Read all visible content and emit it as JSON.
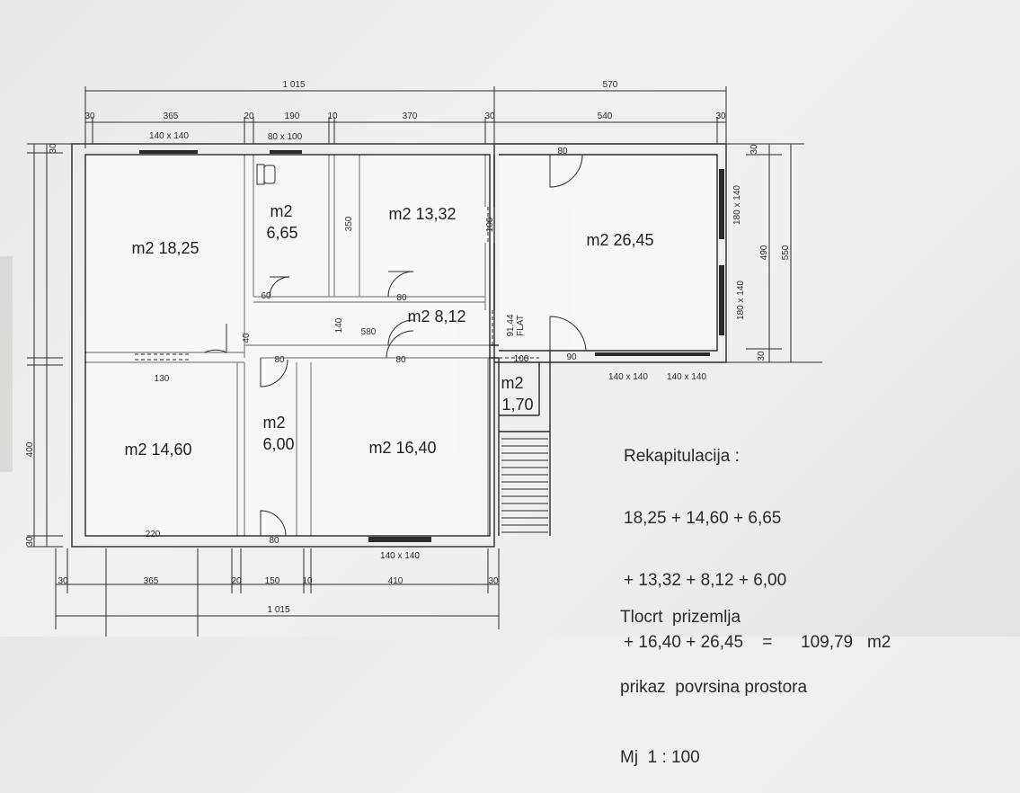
{
  "dimensions": {
    "top_total_left": "1 015",
    "top_total_right": "570",
    "top_segments": [
      "30",
      "365",
      "20",
      "190",
      "10",
      "370",
      "30",
      "540",
      "30"
    ],
    "bottom_segments": [
      "30",
      "365",
      "20",
      "150",
      "10",
      "410",
      "30"
    ],
    "bottom_total": "1 015",
    "left_total": "400",
    "left_small_top": "30",
    "left_small_bottom": "30",
    "right_outer": "550",
    "right_inner": "490",
    "right_small_top": "30",
    "right_small_bottom": "30"
  },
  "windows": {
    "w_top_left": "140 x 140",
    "w_top_bath": "80 x 100",
    "w_right_upper": "180 x 140",
    "w_right_lower": "180 x 140",
    "w_bottom_right_a": "140 x 140",
    "w_bottom_right_b": "140 x 140",
    "w_bottom_mid": "140 x 140"
  },
  "openings": {
    "d_living_top": "80",
    "d_bath": "60",
    "d_room1332": "80",
    "d_hall_left": "40",
    "d_hall_width": "140",
    "d_hall_len": "580",
    "d_stair_top": "100",
    "d_flat": "91.44\nFLAT",
    "d_storage": "100",
    "d_living_bottom": "90",
    "d_room600_top": "80",
    "d_room1640_top": "80",
    "d_room600_bottom": "80",
    "d_room1460_top": "130",
    "d_room1460_bottom": "220",
    "d_bath_height": "350",
    "d_room1332_right": "100"
  },
  "rooms": {
    "r1": "m2 18,25",
    "r2_a": "m2",
    "r2_b": "6,65",
    "r3": "m2 13,32",
    "r4": "m2  26,45",
    "r5": "m2  8,12",
    "r6_a": "m2",
    "r6_b": "1,70",
    "r7": "m2 14,60",
    "r8_a": "m2",
    "r8_b": "6,00",
    "r9": "m2 16,40"
  },
  "recap": {
    "heading": "Rekapitulacija :",
    "line1": "18,25 + 14,60 + 6,65",
    "line2": "+ 13,32 + 8,12 + 6,00",
    "line3": "+ 16,40 + 26,45    =      109,79   m2"
  },
  "title_block": {
    "line1": "Tlocrt  prizemlja",
    "line2": "prikaz  povrsina prostora",
    "line3": "Mj  1 : 100"
  },
  "colors": {
    "ink": "#2a2a2a",
    "paper": "#efeeec"
  }
}
